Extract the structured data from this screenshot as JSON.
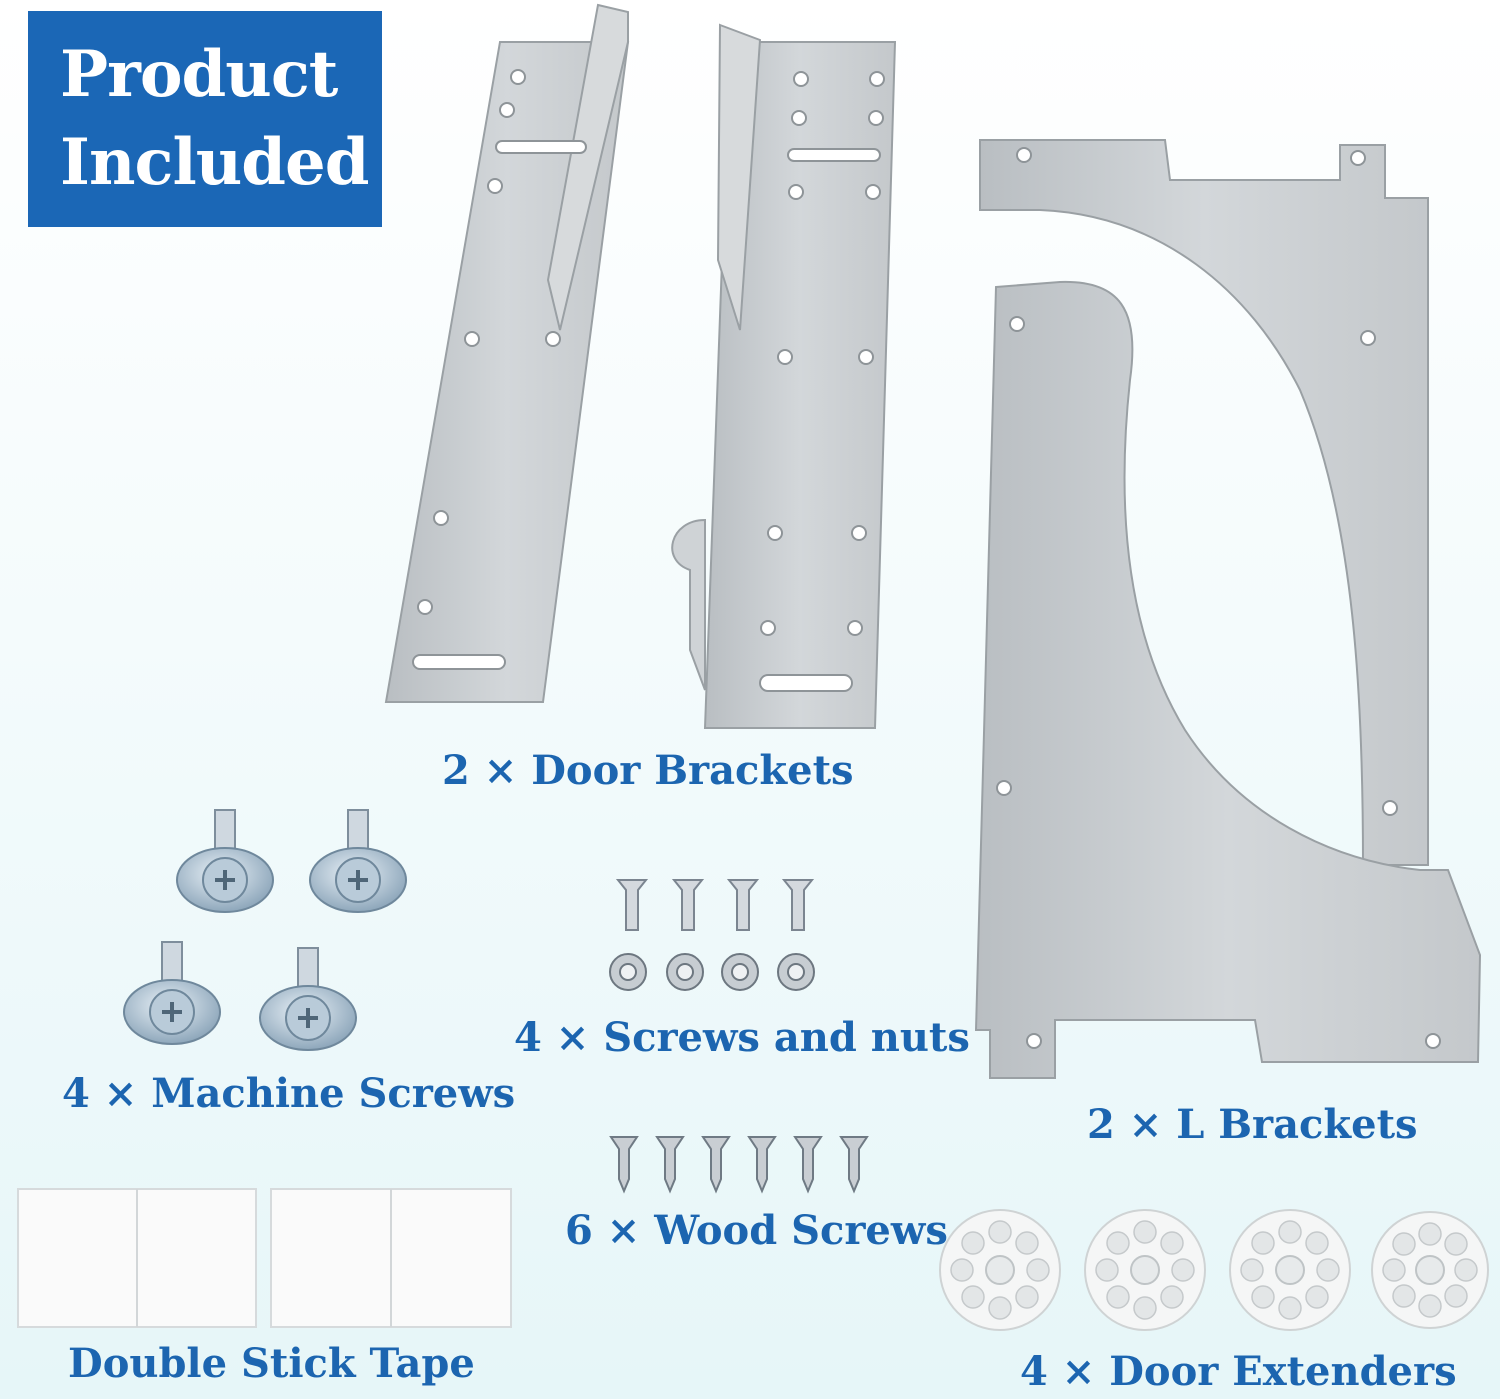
{
  "badge": {
    "line1": "Product",
    "line2": "Included"
  },
  "labels": {
    "door_brackets": "2 × Door Brackets",
    "machine_screws": "4 × Machine Screws",
    "screws_nuts": "4 × Screws and nuts",
    "wood_screws": "6 × Wood Screws",
    "l_brackets": "2 × L Brackets",
    "tape": "Double Stick Tape",
    "extenders": "4 × Door Extenders"
  },
  "colors": {
    "accent": "#1b67b6",
    "label": "#1c65b0",
    "metal": "#c9cdd0",
    "background": "#eef9fa"
  }
}
